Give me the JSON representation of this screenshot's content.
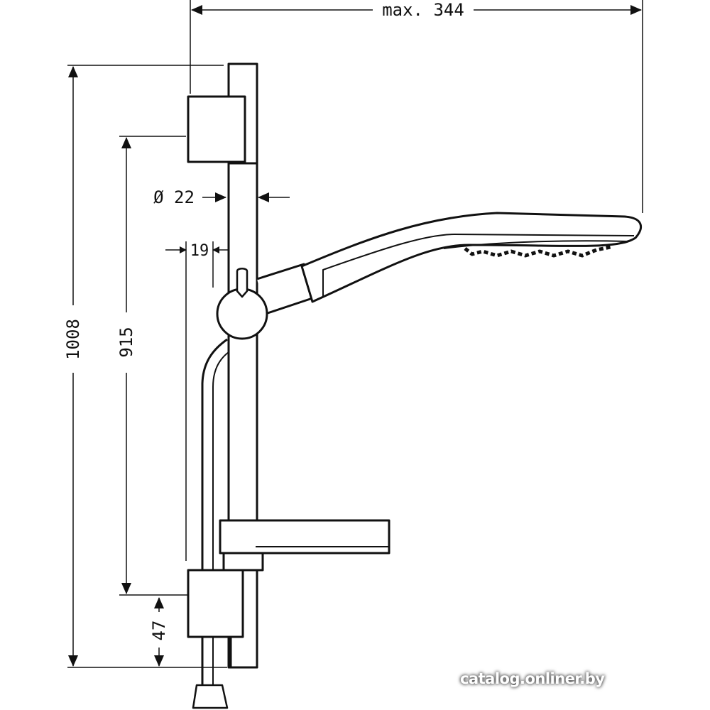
{
  "title": "Shower rail set dimension drawing",
  "dimensions": {
    "width_max": "max. 344",
    "total_height": "1008",
    "rail_length": "915",
    "tube_diameter": "Ø 22",
    "wall_offset": "19",
    "bottom_offset": "47"
  },
  "watermark": "catalog.onliner.by",
  "colors": {
    "line": "#111111",
    "background": "#ffffff"
  }
}
